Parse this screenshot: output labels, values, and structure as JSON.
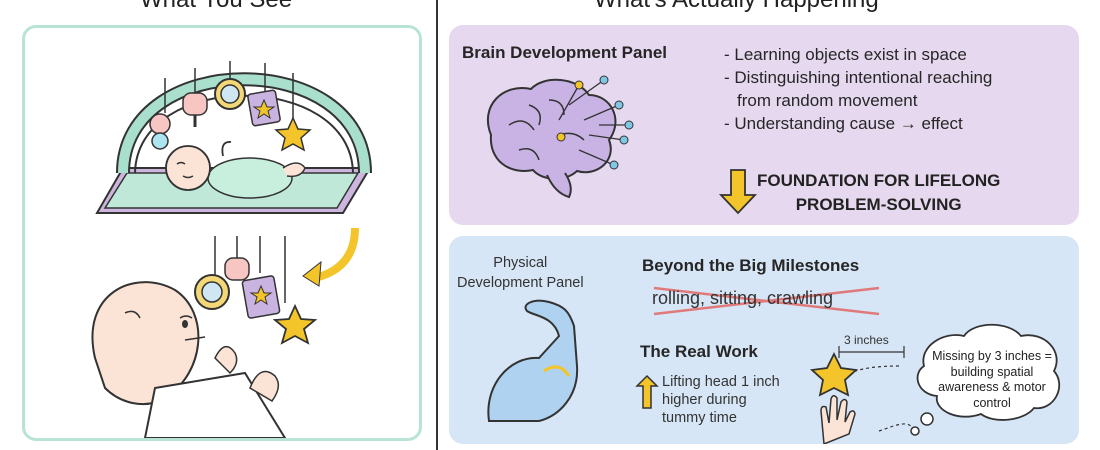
{
  "headings": {
    "left": "What You See",
    "right": "What's Actually Happening"
  },
  "brain_panel": {
    "title": "Brain Development Panel",
    "items": [
      "- Learning objects exist in space",
      "- Distinguishing intentional reaching",
      "from random movement",
      "- Understanding cause → effect"
    ],
    "foundation_line1": "FOUNDATION FOR LIFELONG",
    "foundation_line2": "PROBLEM-SOLVING"
  },
  "physical_panel": {
    "title_line1": "Physical",
    "title_line2": "Development Panel",
    "beyond_title": "Beyond the Big Milestones",
    "milestones": "rolling, sitting, crawling",
    "real_work_title": "The Real Work",
    "lifting_line1": "Lifting head 1 inch",
    "lifting_line2": "higher during",
    "lifting_line3": "tummy time",
    "inches_label": "3 inches",
    "bubble_text": "Missing by 3 inches = building spatial awareness & motor control"
  },
  "colors": {
    "left_border": "#b9e4d4",
    "brain_panel_bg": "#e6d8ef",
    "physical_panel_bg": "#d6e6f6",
    "arrow_yellow": "#f3c52a",
    "strike_red": "#e07a7a"
  },
  "icons": [
    "baby-play-gym-icon",
    "baby-icon",
    "brain-icon",
    "flexed-arm-icon",
    "star-icon",
    "reaching-hand-icon",
    "down-arrow-icon",
    "up-arrow-icon",
    "thought-bubble-icon"
  ]
}
